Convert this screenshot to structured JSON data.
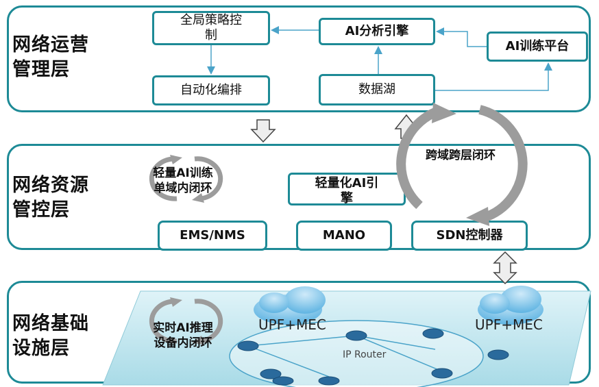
{
  "layers": [
    {
      "title": "网络运营\n管理层"
    },
    {
      "title": "网络资源\n管控层"
    },
    {
      "title": "网络基础\n设施层"
    }
  ],
  "ops": {
    "global_policy": "全局策略控\n制",
    "auto_orchestration": "自动化编排",
    "ai_engine": "AI分析引擎",
    "ai_training": "AI训练平台",
    "data_lake": "数据湖"
  },
  "control": {
    "light_loop": "轻量AI训练\n单域内闭环",
    "light_engine": "轻量化AI引\n擎",
    "cross_loop": "跨域跨层闭环",
    "ems": "EMS/NMS",
    "mano": "MANO",
    "sdn": "SDN控制器"
  },
  "infra": {
    "realtime_loop": "实时AI推理\n设备内闭环",
    "upf_left": "UPF+MEC",
    "upf_right": "UPF+MEC",
    "ip_router": "IP Router"
  },
  "colors": {
    "border": "#1d8a96",
    "platform": "#bfe6ee",
    "cloud": "#7fc6ea",
    "router": "#2a6a9c",
    "loop_arrow": "#9c9c9c",
    "flow_arrow": "#4aa3c9"
  }
}
